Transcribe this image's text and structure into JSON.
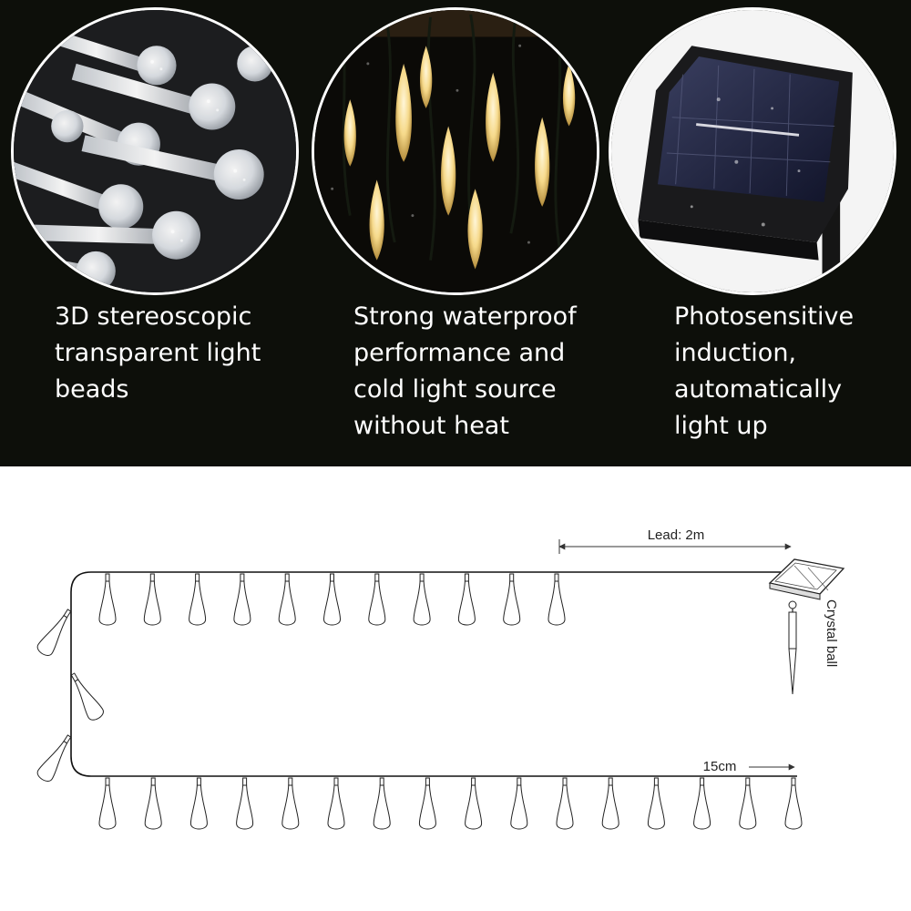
{
  "features": [
    {
      "lines": [
        "3D stereoscopic",
        "transparent light",
        "beads"
      ],
      "photo_icon": "clear-waterdrop-beads-photo"
    },
    {
      "lines": [
        "Strong waterproof",
        "performance and",
        "cold light source",
        "without heat"
      ],
      "photo_icon": "warm-glowing-waterdrops-photo"
    },
    {
      "lines": [
        "Photosensitive",
        "induction,",
        "automatically",
        "light up"
      ],
      "photo_icon": "solar-panel-box-photo"
    }
  ],
  "diagram": {
    "lead_label": "Lead: 2m",
    "spacing_label": "15cm",
    "side_label": "Crystal ball",
    "top_row_bulbs": 11,
    "bottom_row_bulbs": 16,
    "left_side_bulbs": 3
  },
  "colors": {
    "panel_bg": "#0d0f0a",
    "caption_text": "#ffffff",
    "warm_light": "#f6d98a",
    "wire": "#111111"
  }
}
